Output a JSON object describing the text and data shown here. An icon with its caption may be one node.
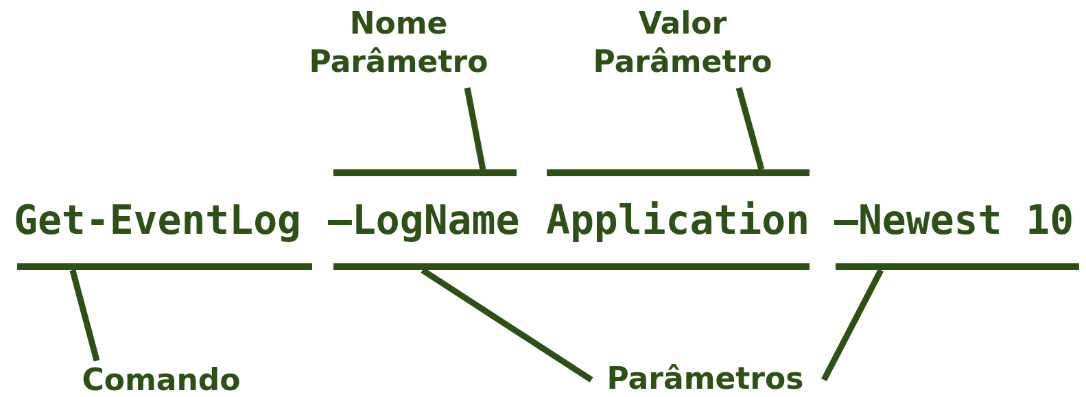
{
  "diagram": {
    "nodes": [
      {
        "text": [
          "Nome Parâmetro"
        ]
      },
      {
        "text": [
          "Valor Parâmetro"
        ]
      },
      {
        "text": [],
        "shape": "bar"
      },
      {
        "text": [],
        "shape": "bar"
      },
      {
        "text": [],
        "shape": "bar"
      },
      {
        "text": [],
        "shape": "bar"
      },
      {
        "text": [],
        "shape": "bar"
      },
      {
        "text": [
          "Comando"
        ]
      },
      {
        "text": [
          "Parâmetros"
        ]
      }
    ],
    "edges": [
      {
        "from": 0,
        "to": 2,
        "arrow": "none"
      },
      {
        "from": 1,
        "to": 3,
        "arrow": "none"
      },
      {
        "from": 7,
        "to": 4,
        "arrow": "none"
      },
      {
        "from": 8,
        "to": 5,
        "arrow": "none"
      },
      {
        "from": 8,
        "to": 6,
        "arrow": "none"
      }
    ],
    "labels": [
      "Get-EventLog",
      "–LogName",
      "Application",
      "–Newest 10"
    ]
  }
}
